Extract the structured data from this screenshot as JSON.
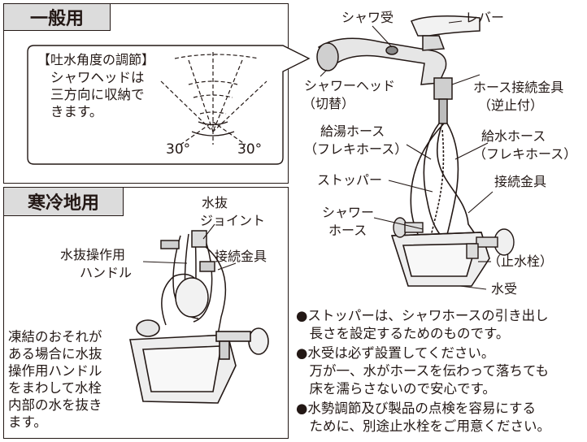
{
  "sections": {
    "general": {
      "title": "一般用"
    },
    "cold": {
      "title": "寒冷地用"
    }
  },
  "angle_note": {
    "title": "【吐水角度の調節】",
    "lines": [
      "シャワヘッドは",
      "三方向に収納で",
      "きます。"
    ],
    "left_angle": "30°",
    "right_angle": "30°"
  },
  "labels": {
    "shower_holder": "シャワ受",
    "lever": "レバー",
    "shower_head_1": "シャワーヘッド",
    "shower_head_2": "（切替）",
    "hose_fitting_1": "ホース接続金具",
    "hose_fitting_2": "（逆止付）",
    "hot_hose_1": "給湯ホース",
    "hot_hose_2": "（フレキホース）",
    "cold_hose_1": "給水ホース",
    "cold_hose_2": "（フレキホース）",
    "stopper": "ストッパー",
    "connector": "接続金具",
    "shower_hose_1": "シャワー",
    "shower_hose_2": "ホース",
    "stop_valve": "（止水栓）",
    "water_tray": "水受"
  },
  "cold_labels": {
    "drain_joint_1": "水抜",
    "drain_joint_2": "ジョイント",
    "drain_handle_1": "水抜操作用",
    "drain_handle_2": "ハンドル",
    "connector": "接続金具"
  },
  "freeze_note": [
    "凍結のおそれが",
    "ある場合に水抜",
    "操作用ハンドル",
    "をまわして水栓",
    "内部の水を抜き",
    "ます。"
  ],
  "notes": [
    [
      "●ストッパーは、シャワホースの引き出し",
      "　長さを設定するためのものです。"
    ],
    [
      "●水受は必ず設置してください。",
      "　万が一、水がホースを伝わって落ちても",
      "　床を濡らさないので安心です。"
    ],
    [
      "●水勢調節及び製品の点検を容易にする",
      "　ために、別途止水栓をご用意ください。"
    ]
  ]
}
